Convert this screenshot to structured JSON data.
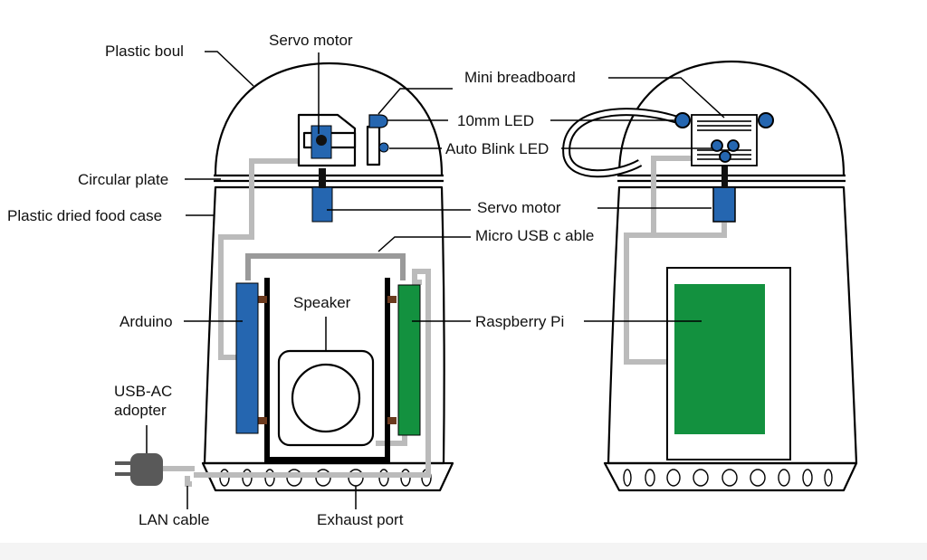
{
  "labels": {
    "plastic_boul": "Plastic boul",
    "servo_motor_top": "Servo motor",
    "mini_breadboard": "Mini breadboard",
    "led_10mm": "10mm LED",
    "auto_blink_led": "Auto Blink LED",
    "circular_plate": "Circular plate",
    "food_case": "Plastic dried food case",
    "servo_motor_side": "Servo motor",
    "micro_usb_cable": "Micro USB c able",
    "speaker": "Speaker",
    "arduino": "Arduino",
    "raspberry_pi": "Raspberry Pi",
    "usb_ac_line1": "USB-AC",
    "usb_ac_line2": "adopter",
    "lan_cable": "LAN cable",
    "exhaust_port": "Exhaust port"
  },
  "colors": {
    "arduino_blue": "#2566b0",
    "raspberry_green": "#13913f",
    "cable_gray": "#bbbbbb",
    "cable_dark_gray": "#9a9a9a",
    "adapter_gray": "#595959",
    "outline": "#000000"
  }
}
